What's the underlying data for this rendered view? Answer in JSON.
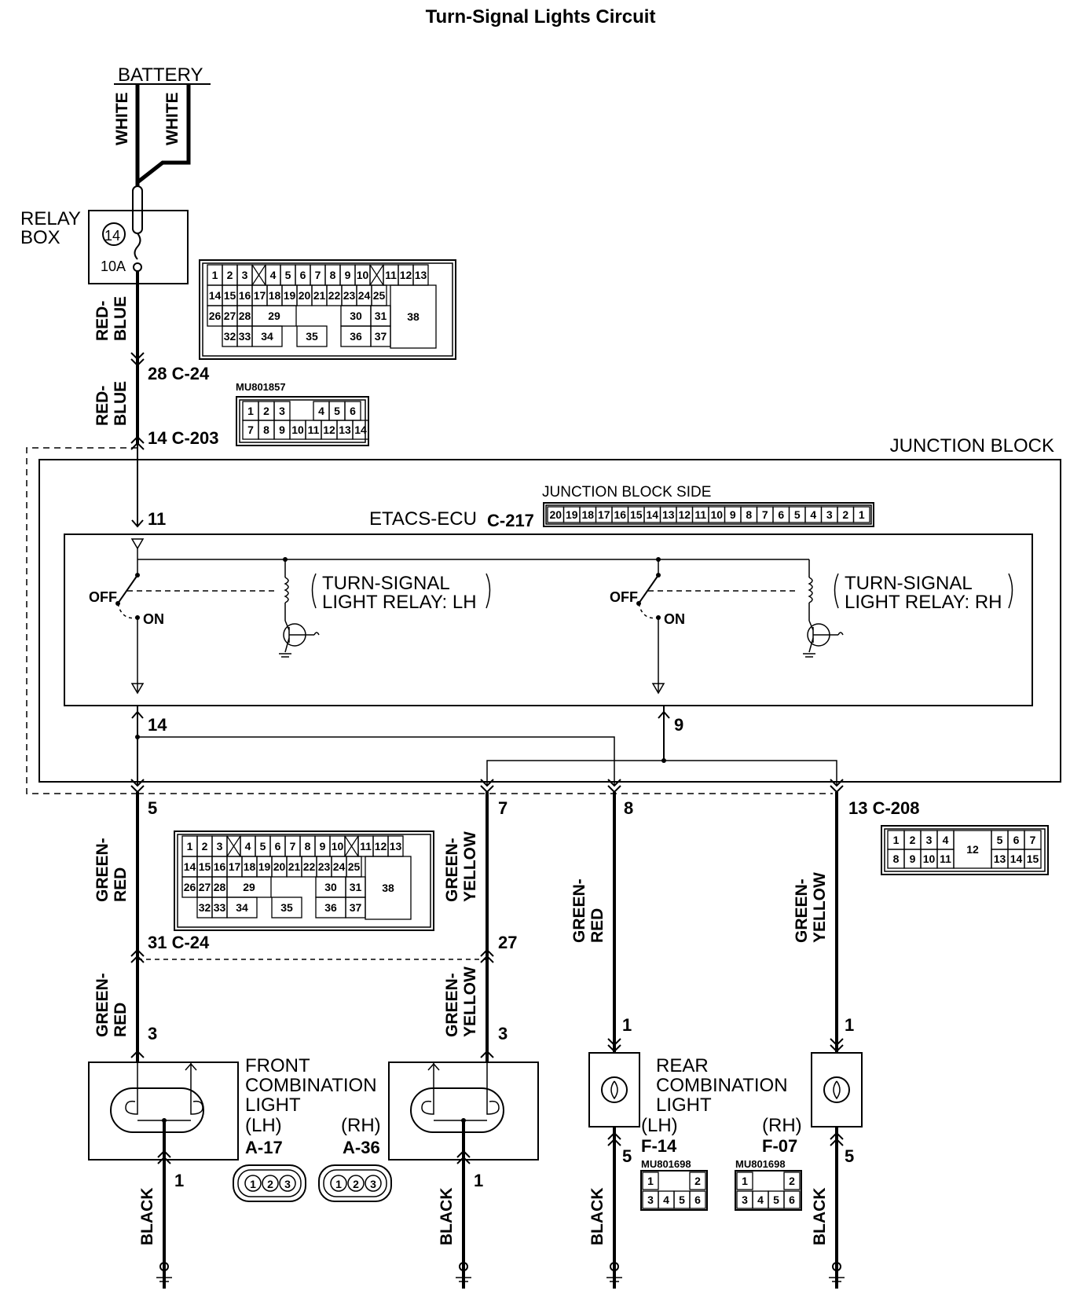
{
  "title": "Turn-Signal Lights Circuit",
  "labels": {
    "battery": "BATTERY",
    "relay_box_1": "RELAY",
    "relay_box_2": "BOX",
    "fuse_number": "14",
    "fuse_rating": "10A",
    "junction_block": "JUNCTION BLOCK",
    "junction_block_side": "JUNCTION BLOCK SIDE",
    "etacs_ecu": "ETACS-ECU",
    "etacs_connector": "C-217",
    "relay_lh_1": "TURN-SIGNAL",
    "relay_lh_2": "LIGHT RELAY: LH",
    "relay_rh_1": "TURN-SIGNAL",
    "relay_rh_2": "LIGHT RELAY: RH",
    "off": "OFF",
    "on": "ON",
    "front_comb_1": "FRONT",
    "front_comb_2": "COMBINATION",
    "front_comb_3": "LIGHT",
    "rear_comb_1": "REAR",
    "rear_comb_2": "COMBINATION",
    "rear_comb_3": "LIGHT",
    "lh": "(LH)",
    "rh": "(RH)",
    "conn_a17": "A-17",
    "conn_a36": "A-36",
    "conn_f14": "F-14",
    "conn_f07": "F-07",
    "part_mu801857": "MU801857",
    "part_mu801698": "MU801698"
  },
  "wires": {
    "white": "WHITE",
    "red": "RED-",
    "blue": "BLUE",
    "green": "GREEN-",
    "redc": "RED",
    "yellow": "YELLOW",
    "black": "BLACK"
  },
  "pins": {
    "p28_c24": "28  C-24",
    "p14_c203": "14  C-203",
    "p11": "11",
    "p14": "14",
    "p9": "9",
    "p5": "5",
    "p7": "7",
    "p8": "8",
    "p13_c208": "13  C-208",
    "p31_c24": "31  C-24",
    "p27": "27",
    "p3a": "3",
    "p3b": "3",
    "p1a": "1",
    "p1b": "1",
    "p1c": "1",
    "p1d": "1",
    "p5a": "5",
    "p5b": "5"
  },
  "connector_c24": {
    "row1": [
      "1",
      "2",
      "3",
      "4",
      "5",
      "6",
      "7",
      "8",
      "9",
      "10",
      "11",
      "12",
      "13"
    ],
    "row2": [
      "14",
      "15",
      "16",
      "17",
      "18",
      "19",
      "20",
      "21",
      "22",
      "23",
      "24",
      "25"
    ],
    "row3": [
      "26",
      "27",
      "28",
      "29",
      "30",
      "31"
    ],
    "row4": [
      "32",
      "33",
      "34",
      "35",
      "36",
      "37"
    ],
    "big": "38"
  },
  "connector_c203": {
    "row1": [
      "1",
      "2",
      "3",
      "4",
      "5",
      "6"
    ],
    "row2": [
      "7",
      "8",
      "9",
      "10",
      "11",
      "12",
      "13",
      "14"
    ]
  },
  "connector_c217": [
    "20",
    "19",
    "18",
    "17",
    "16",
    "15",
    "14",
    "13",
    "12",
    "11",
    "10",
    "9",
    "8",
    "7",
    "6",
    "5",
    "4",
    "3",
    "2",
    "1"
  ],
  "connector_c208": {
    "row1": [
      "1",
      "2",
      "3",
      "4",
      "5",
      "6",
      "7"
    ],
    "row2": [
      "8",
      "9",
      "10",
      "11",
      "12",
      "13",
      "14",
      "15"
    ]
  },
  "connector_a": [
    "1",
    "2",
    "3"
  ],
  "connector_f": {
    "row1": [
      "1",
      "2"
    ],
    "row2": [
      "3",
      "4",
      "5",
      "6"
    ]
  }
}
